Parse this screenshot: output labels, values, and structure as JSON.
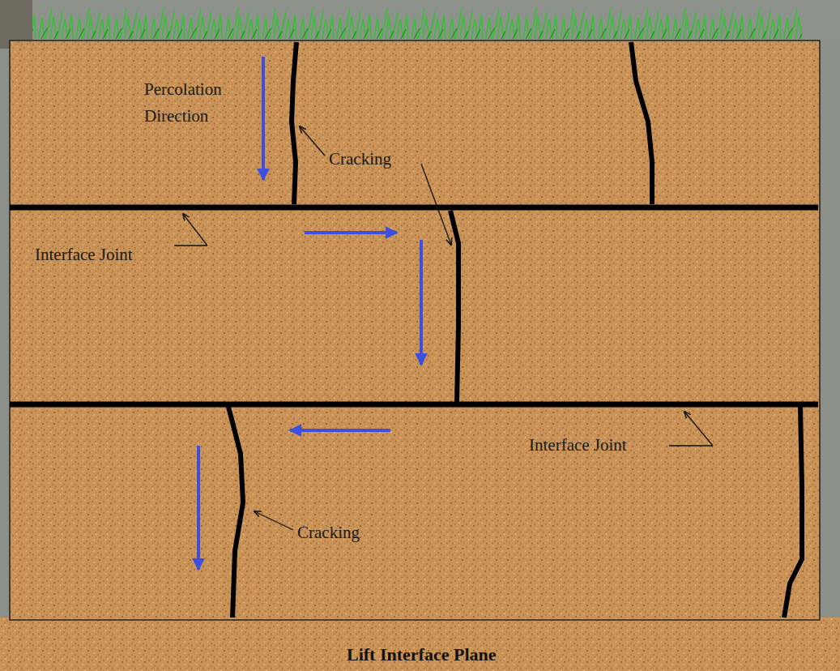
{
  "diagram": {
    "caption": "Lift Interface Plane",
    "labels": [
      "Percolation Direction",
      "Cracking",
      "Interface Joint",
      "Interface Joint",
      "Cracking"
    ]
  }
}
